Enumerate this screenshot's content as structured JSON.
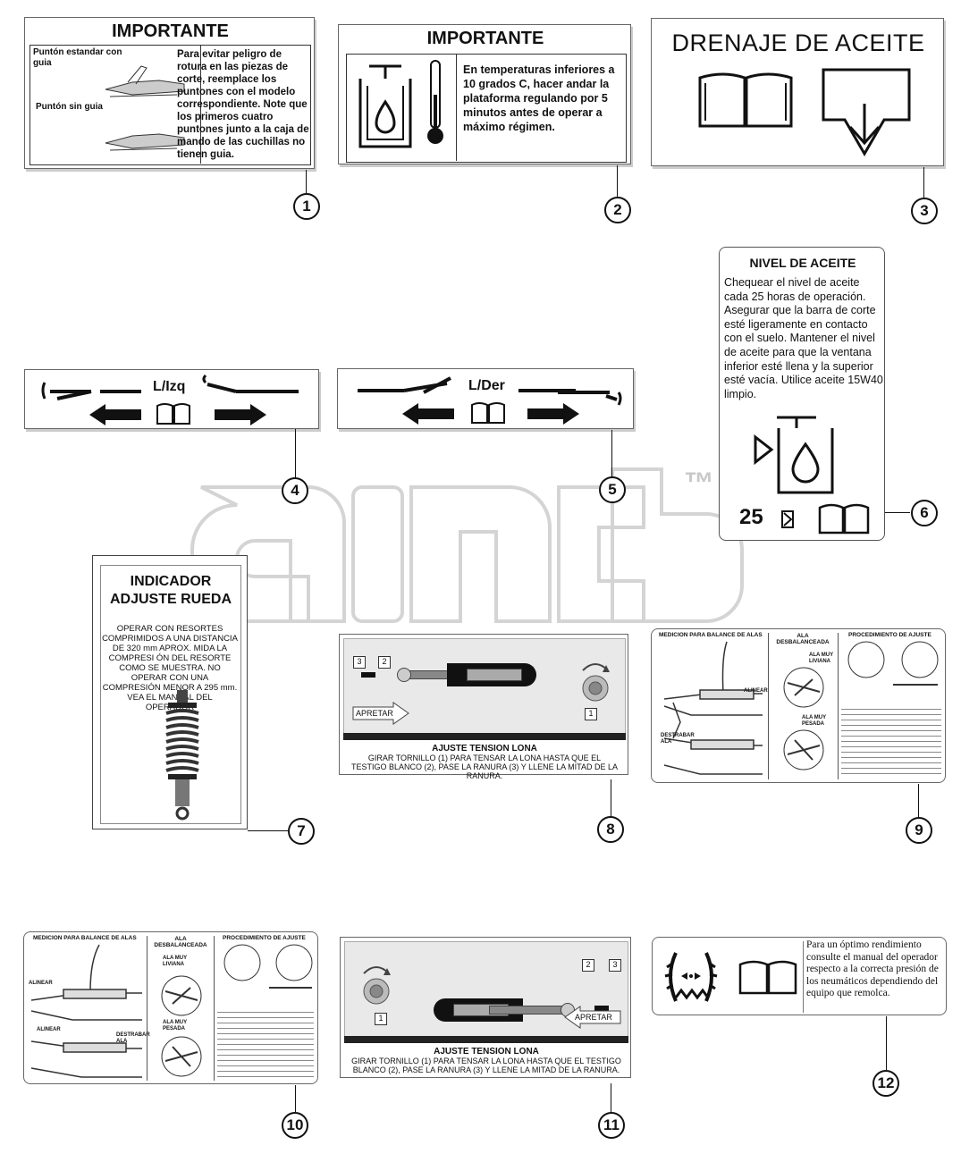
{
  "top_mark": "",
  "watermark": "™",
  "items": {
    "d1": {
      "callout": "1",
      "title": "IMPORTANTE",
      "label_a": "Puntón estandar con guia",
      "label_b": "Puntón sin guia",
      "text": "Para evitar peligro de rotura en las piezas de corte, reemplace los puntones con el modelo correspondiente. Note que los primeros cuatro puntones junto a la caja de mando de las cuchillas no tienen guia."
    },
    "d2": {
      "callout": "2",
      "title": "IMPORTANTE",
      "text": "En temperaturas inferiores a 10 grados C, hacer andar la plataforma regulando por 5 minutos antes de operar a máximo régimen."
    },
    "d3": {
      "callout": "3",
      "title": "DRENAJE DE ACEITE"
    },
    "d4": {
      "callout": "4",
      "label": "L/Izq"
    },
    "d5": {
      "callout": "5",
      "label": "L/Der"
    },
    "d6": {
      "callout": "6",
      "title": "NIVEL DE ACEITE",
      "text": "Chequear el nivel de aceite cada 25 horas de operación. Asegurar que la barra de corte esté ligeramente en contacto con el suelo. Mantener el nivel de aceite para que la ventana inferior esté llena y la superior esté vacía. Utilice aceite 15W40 limpio.",
      "hours": "25"
    },
    "d7": {
      "callout": "7",
      "title1": "INDICADOR",
      "title2": "ADJUSTE RUEDA",
      "text": "OPERAR CON RESORTES COMPRIMIDOS A UNA DISTANCIA DE 320 mm APROX. MIDA LA COMPRESI ÓN DEL RESORTE COMO SE MUESTRA. NO OPERAR CON UNA COMPRESIÓN MENOR A 295 mm. VEA EL MANUAL DEL OPERADOR"
    },
    "d8": {
      "callout": "8",
      "n1": "1",
      "n2": "2",
      "n3": "3",
      "press": "APRETAR",
      "title": "AJUSTE TENSION LONA",
      "text": "GIRAR TORNILLO (1) PARA TENSAR LA LONA HASTA QUE EL TESTIGO BLANCO (2), PASE LA RANURA (3) Y LLENE LA MITAD DE LA RANURA."
    },
    "d9": {
      "callout": "9",
      "h1": "MEDICION PARA BALANCE DE ALAS",
      "h2": "ALA DESBALANCEADA",
      "h3": "PROCEDIMIENTO DE AJUSTE",
      "l1": "ALINEAR",
      "l2": "DESTRABAR ALA",
      "l3": "ALA MUY LIVIANA",
      "l4": "ALA MUY PESADA"
    },
    "d10": {
      "callout": "10",
      "h1": "MEDICION PARA BALANCE DE ALAS",
      "h2": "ALA DESBALANCEADA",
      "h3": "PROCEDIMIENTO DE AJUSTE",
      "l1": "ALINEAR",
      "l2": "ALINEAR",
      "l3": "DESTRABAR ALA",
      "l4": "ALA MUY LIVIANA",
      "l5": "ALA MUY PESADA"
    },
    "d11": {
      "callout": "11",
      "n1": "1",
      "n2": "2",
      "n3": "3",
      "press": "APRETAR",
      "title": "AJUSTE TENSION LONA",
      "text": "GIRAR TORNILLO (1) PARA TENSAR LA LONA HASTA QUE EL TESTIGO BLANCO (2), PASE LA RANURA (3) Y LLENE LA MITAD DE LA RANURA."
    },
    "d12": {
      "callout": "12",
      "text": "Para un óptimo rendimiento consulte el manual del operador respecto a la correcta presión de los neumáticos dependiendo del equipo que remolca."
    }
  }
}
